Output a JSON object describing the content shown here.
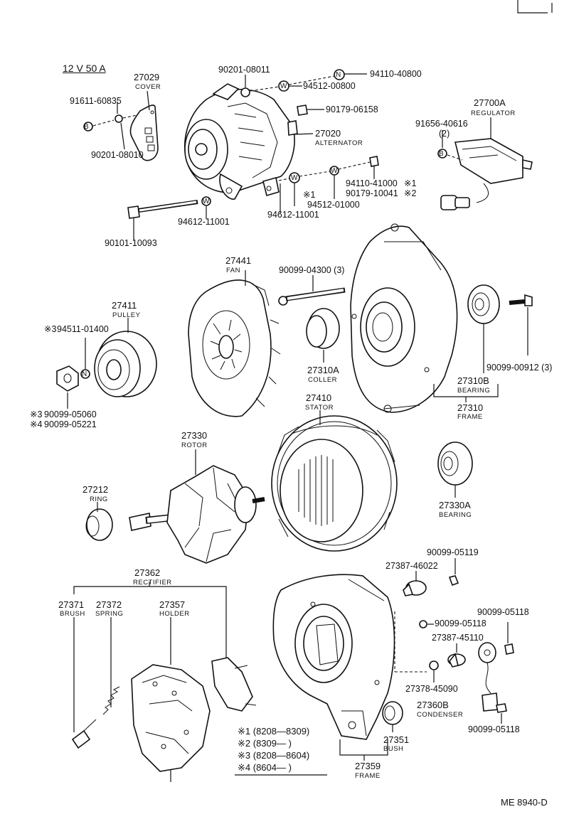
{
  "header": {
    "spec": "12 V 50 A",
    "code": "ME  8940-D"
  },
  "parts": {
    "cover": {
      "num": "27029",
      "name": "COVER"
    },
    "alternator": {
      "num": "27020",
      "name": "ALTERNATOR"
    },
    "regulator": {
      "num": "27700A",
      "name": "REGULATOR",
      "qty": "(2)"
    },
    "fan": {
      "num": "27441",
      "name": "FAN"
    },
    "pulley": {
      "num": "27411",
      "name": "PULLEY"
    },
    "coller": {
      "num": "27310A",
      "name": "COLLER"
    },
    "bearing_b": {
      "num": "27310B",
      "name": "BEARING"
    },
    "frame_front": {
      "num": "27310",
      "name": "FRAME"
    },
    "stator": {
      "num": "27410",
      "name": "STATOR"
    },
    "rotor": {
      "num": "27330",
      "name": "ROTOR"
    },
    "ring": {
      "num": "27212",
      "name": "RING"
    },
    "bearing_a": {
      "num": "27330A",
      "name": "BEARING"
    },
    "rectifier": {
      "num": "27362",
      "name": "RECTIFIER"
    },
    "brush": {
      "num": "27371",
      "name": "BRUSH"
    },
    "spring": {
      "num": "27372",
      "name": "SPRING"
    },
    "holder": {
      "num": "27357",
      "name": "HOLDER"
    },
    "condenser": {
      "num": "27360B",
      "name": "CONDENSER"
    },
    "bush": {
      "num": "27351",
      "name": "BUSH"
    },
    "frame_rear": {
      "num": "27359",
      "name": "FRAME"
    }
  },
  "fasteners": {
    "f1": "90201-08011",
    "f2": "94110-40800",
    "f3": "94512-00800",
    "f4": "91611-60835",
    "f5": "90179-06158",
    "f6": "90201-08010",
    "f7": "91656-40616",
    "f8": "94110-41000",
    "f8_mark": "※1",
    "f9": "90179-10041",
    "f9_mark": "※2",
    "f10_mark": "※1",
    "f10": "94512-01000",
    "f11": "94612-11001",
    "f12": "94612-11001",
    "f13": "90101-10093",
    "f14": "90099-04300 (3)",
    "f15_mark": "※3",
    "f15": "94511-01400",
    "f16": "90099-00912 (3)",
    "f17_mark": "※3",
    "f17": "90099-05060",
    "f18_mark": "※4",
    "f18": "90099-05221",
    "f19": "27387-46022",
    "f20": "90099-05119",
    "f21": "90099-05118",
    "f22": "27387-45110",
    "f23": "90099-05118",
    "f24": "27378-45090",
    "f25": "90099-05118"
  },
  "callouts": {
    "B": "B",
    "W": "W",
    "N": "N"
  },
  "legend": [
    {
      "mark": "※1",
      "range": "(8208—8309)"
    },
    {
      "mark": "※2",
      "range": "(8309—      )"
    },
    {
      "mark": "※3",
      "range": "(8208—8604)"
    },
    {
      "mark": "※4",
      "range": "(8604—      )"
    }
  ]
}
